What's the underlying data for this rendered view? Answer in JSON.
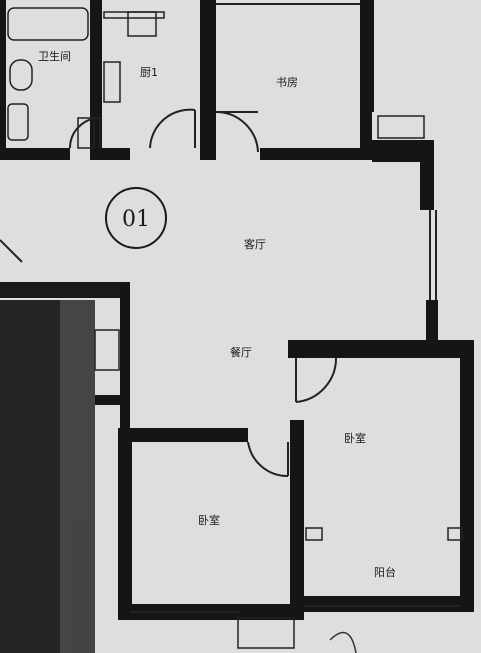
{
  "plan": {
    "marker": "01",
    "rooms": {
      "bathroom": "卫生间",
      "kitchen": "厨1",
      "study": "书房",
      "living": "客厅",
      "dining": "餐厅",
      "bedroom_right": "卧室",
      "balcony": "阳台",
      "bedroom_left": "卧室"
    }
  }
}
